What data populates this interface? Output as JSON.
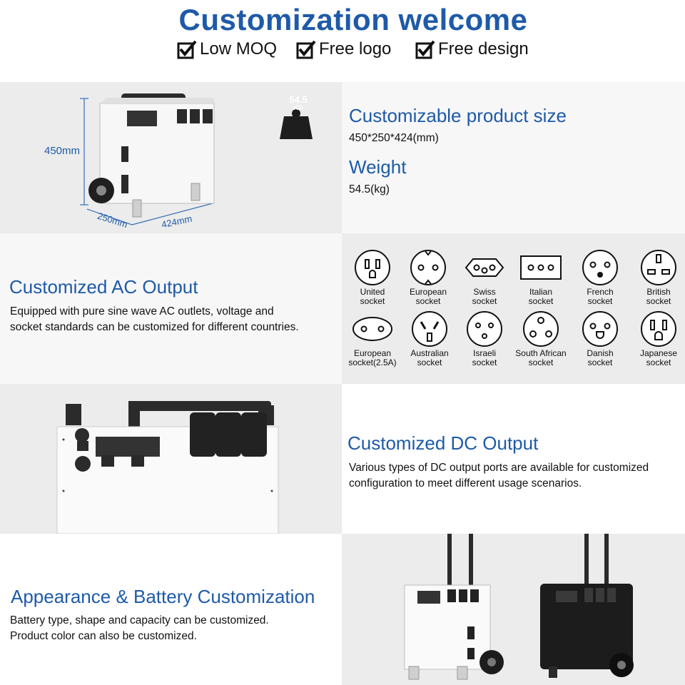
{
  "header": {
    "title": "Customization welcome",
    "perks": [
      "Low MOQ",
      "Free logo",
      "Free design"
    ]
  },
  "section_size": {
    "dimension_labels": {
      "height": "450mm",
      "depth": "250mm",
      "width": "424mm"
    },
    "weight_badge": {
      "value": "54.5",
      "unit": "KG"
    },
    "size_title": "Customizable product size",
    "size_value": "450*250*424(mm)",
    "weight_title": "Weight",
    "weight_value": "54.5(kg)"
  },
  "section_ac": {
    "title": "Customized AC Output",
    "text_line1": "Equipped with pure sine wave AC outlets, voltage and",
    "text_line2": "socket standards can be customized for different countries.",
    "sockets": [
      {
        "line1": "United",
        "line2": "socket",
        "icon": "us-socket-icon"
      },
      {
        "line1": "European",
        "line2": "socket",
        "icon": "eu-socket-icon"
      },
      {
        "line1": "Swiss",
        "line2": "socket",
        "icon": "swiss-socket-icon"
      },
      {
        "line1": "Italian",
        "line2": "socket",
        "icon": "italian-socket-icon"
      },
      {
        "line1": "French",
        "line2": "socket",
        "icon": "french-socket-icon"
      },
      {
        "line1": "British",
        "line2": "socket",
        "icon": "british-socket-icon"
      },
      {
        "line1": "European",
        "line2": "socket(2.5A)",
        "icon": "eu-2-5a-socket-icon"
      },
      {
        "line1": "Australian",
        "line2": "socket",
        "icon": "australian-socket-icon"
      },
      {
        "line1": "Israeli",
        "line2": "socket",
        "icon": "israeli-socket-icon"
      },
      {
        "line1": "South African",
        "line2": "socket",
        "icon": "south-african-socket-icon"
      },
      {
        "line1": "Danish",
        "line2": "socket",
        "icon": "danish-socket-icon"
      },
      {
        "line1": "Japanese",
        "line2": "socket",
        "icon": "japanese-socket-icon"
      }
    ]
  },
  "section_dc": {
    "title": "Customized DC Output",
    "text_line1": "Various types of DC output ports are available for customized",
    "text_line2": "configuration to meet different usage scenarios."
  },
  "section_battery": {
    "title": "Appearance & Battery Customization",
    "text_line1": "Battery type, shape and capacity can be customized.",
    "text_line2": "Product color can also be customized."
  },
  "colors": {
    "accent": "#1e5aa8",
    "grey_band": "#ececec",
    "dark_unit": "#1c1c1c"
  }
}
